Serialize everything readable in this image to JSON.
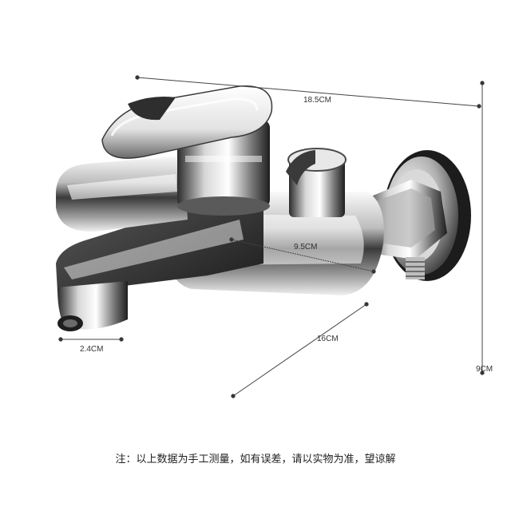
{
  "dimensions": {
    "overall_length": "18.5CM",
    "body_width": "9.5CM",
    "spout_reach": "16CM",
    "spout_outlet": "2.4CM",
    "height": "9CM"
  },
  "footer": {
    "note": "注：以上数据为手工测量，如有误差，请以实物为准，望谅解"
  },
  "colors": {
    "background": "#ffffff",
    "chrome_dark": "#2a2a2a",
    "chrome_light": "#f2f2f2",
    "dimension_line": "#333333"
  }
}
